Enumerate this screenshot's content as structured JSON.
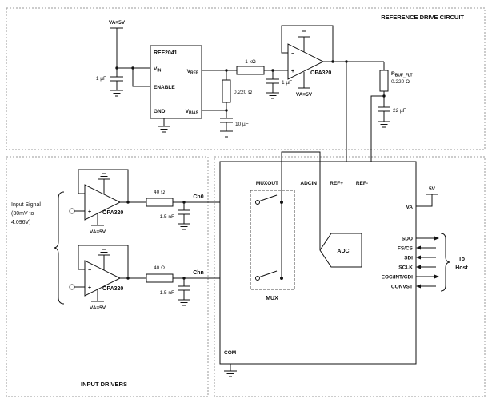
{
  "sections": {
    "reference_title": "REFERENCE DRIVE CIRCUIT",
    "input_title": "INPUT DRIVERS"
  },
  "symbols": {
    "minus": "−",
    "plus": "+"
  },
  "reference": {
    "supply": "VA=5V",
    "input_cap": "1 µF",
    "ref2041": {
      "name": "REF2041",
      "vin_main": "V",
      "vin_sub": "IN",
      "vref_main": "V",
      "vref_sub": "REF",
      "enable": "ENABLE",
      "gnd": "GND",
      "vbias_main": "V",
      "vbias_sub": "BIAS"
    },
    "series_resistor": "1 kΩ",
    "bias_resistor": "0.220 Ω",
    "bias_cap": "10 µF",
    "filter_cap": "1 µF",
    "buffer_name": "OPA320",
    "buffer_supply": "VA=5V",
    "rbuf_main": "R",
    "rbuf_sub": "BUF_FLT",
    "rbuf_value": "0.220 Ω",
    "buf_cap": "22 µF"
  },
  "input_drivers": {
    "signal_line1": "Input Signal",
    "signal_line2": "(30mV to",
    "signal_line3": "4.096V)",
    "channels": [
      {
        "name": "Ch0",
        "opamp": "OPA320",
        "supply": "VA=5V",
        "resistor": "40 Ω",
        "cap": "1.5 nF"
      },
      {
        "name": "Chn",
        "opamp": "OPA320",
        "supply": "VA=5V",
        "resistor": "40 Ω",
        "cap": "1.5 nF"
      }
    ]
  },
  "adc": {
    "pins_top": [
      "MUXOUT",
      "ADCIN",
      "REF+",
      "REF-"
    ],
    "mux": "MUX",
    "adc": "ADC",
    "va_pin": "VA",
    "va_supply": "5V",
    "com": "COM",
    "signals": [
      "SDO",
      "FS/CS",
      "SDI",
      "SCLK",
      "EOC/INT/CDI",
      "CONVST"
    ],
    "to_host_line1": "To",
    "to_host_line2": "Host"
  }
}
